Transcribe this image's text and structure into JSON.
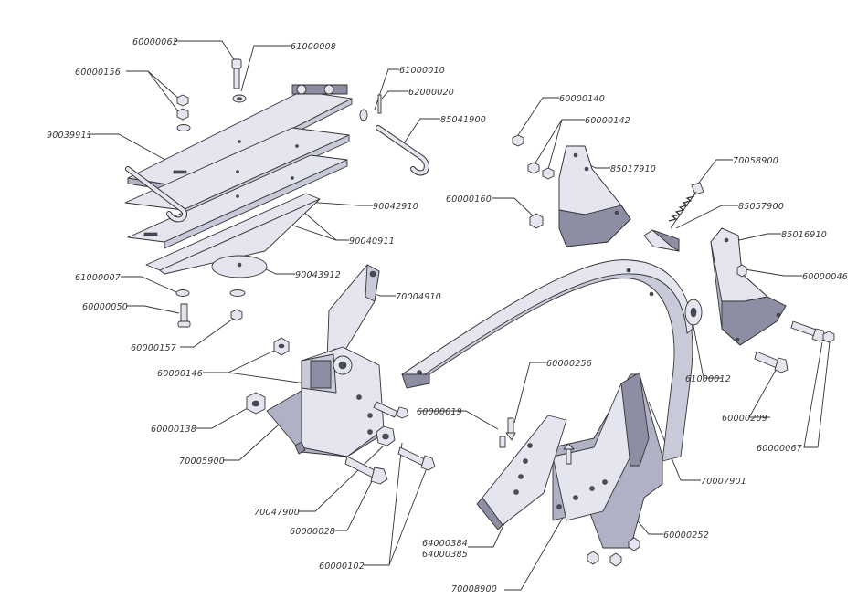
{
  "labels": {
    "l60000062": "60000062",
    "l61000008": "61000008",
    "l60000156": "60000156",
    "l61000010": "61000010",
    "l62000020": "62000020",
    "l85041900": "85041900",
    "l90039911": "90039911",
    "l90042910": "90042910",
    "l90040911": "90040911",
    "l90043912": "90043912",
    "l61000007": "61000007",
    "l60000050": "60000050",
    "l60000157": "60000157",
    "l70004910": "70004910",
    "l60000146": "60000146",
    "l60000138": "60000138",
    "l70005900": "70005900",
    "l70047900": "70047900",
    "l60000028": "60000028",
    "l60000102": "60000102",
    "l60000019": "60000019",
    "l60000256": "60000256",
    "l64000384": "64000384",
    "l64000385": "64000385",
    "l70008900": "70008900",
    "l60000252": "60000252",
    "l70007901": "70007901",
    "l60000140": "60000140",
    "l60000142": "60000142",
    "l85017910": "85017910",
    "l60000160": "60000160",
    "l70058900": "70058900",
    "l85057900": "85057900",
    "l85016910": "85016910",
    "l60000046": "60000046",
    "l61000012": "61000012",
    "l60000209": "60000209",
    "l60000067": "60000067"
  },
  "colors": {
    "part_face": "#c9cad9",
    "part_light": "#e4e5ee",
    "part_dark": "#8d8ea3",
    "line": "#333333"
  }
}
